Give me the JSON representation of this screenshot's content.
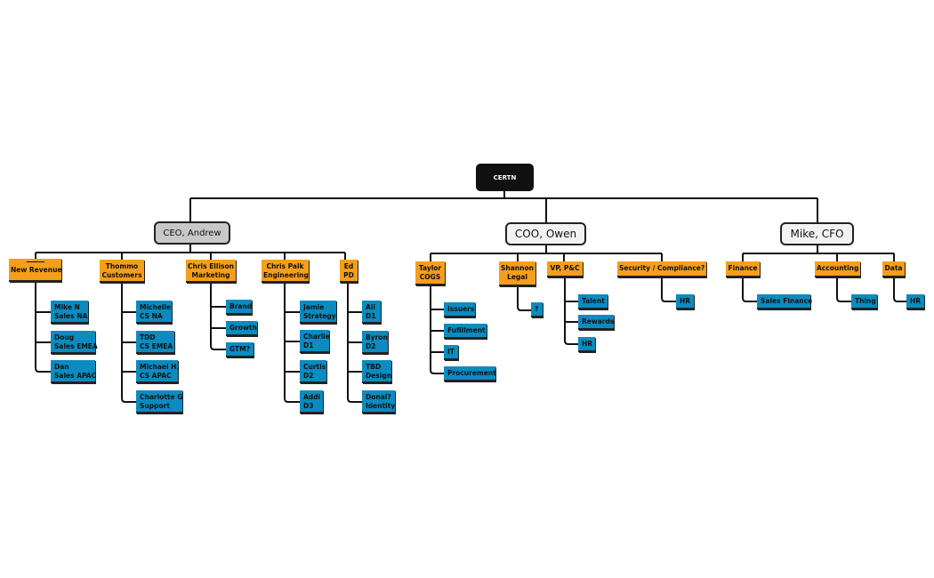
{
  "root": {
    "label": "CERTN"
  },
  "executives": [
    {
      "id": "ceo",
      "label": "CEO, Andrew"
    },
    {
      "id": "coo",
      "label": "COO, Owen"
    },
    {
      "id": "cfo",
      "label": "Mike, CFO"
    }
  ],
  "ceo_departments": [
    {
      "label": "New Revenue",
      "blank_line": "______",
      "reports": [
        "Mike N\nSales NA",
        "Doug\nSales EMEA",
        "Dan\nSales APAC"
      ]
    },
    {
      "label": "Thommo\nCustomers",
      "reports": [
        "Michelle\nCS NA",
        "TDD\nCS EMEA",
        "Michael H.\nCS APAC",
        "Charlotte G\nSupport"
      ]
    },
    {
      "label": "Chris Ellison\nMarketing",
      "reports": [
        "Brand",
        "Growth",
        "GTM?"
      ]
    },
    {
      "label": "Chris Palk\nEngineering",
      "reports": [
        "Jamie\nStrategy",
        "Charlie\nD1",
        "Curtis\nD2",
        "Addi\nD3"
      ]
    },
    {
      "label": "Ed\nPD",
      "reports": [
        "Ali\nD1",
        "Byron\nD2",
        "TBD\nDesign",
        "Donal?\nIdentity"
      ]
    }
  ],
  "coo_departments": [
    {
      "label": "Taylor\nCOGS",
      "reports": [
        "Issuers",
        "Fufillment",
        "IT",
        "Procurement"
      ]
    },
    {
      "label": "Shannon\nLegal",
      "reports": [
        "?"
      ]
    },
    {
      "label": "VP, P&C",
      "reports": [
        "Talent",
        "Rewards",
        "HR"
      ]
    },
    {
      "label": "Security / Compliance?",
      "reports": [
        "HR"
      ]
    }
  ],
  "cfo_departments": [
    {
      "label": "Finance",
      "reports": [
        "Sales Finance"
      ]
    },
    {
      "label": "Accounting",
      "reports": [
        "Thing"
      ]
    },
    {
      "label": "Data",
      "reports": [
        "HR"
      ]
    }
  ],
  "colors": {
    "root_fill": "#111111",
    "ceo_fill": "#c8c8c8",
    "exec_fill": "#f2f2f2",
    "department_fill": "#f59e1b",
    "report_fill": "#0b8bbf",
    "connector": "#111111"
  }
}
